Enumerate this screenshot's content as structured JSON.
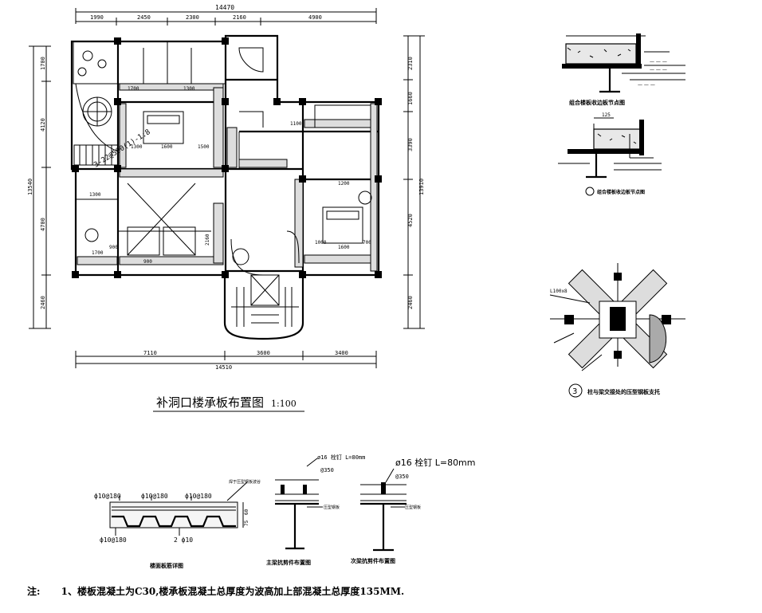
{
  "plan": {
    "title": "补洞口楼承板布置图",
    "scale": "1:100",
    "top_total": "14470",
    "top_dims": [
      "1990",
      "2450",
      "2300",
      "2160",
      "4900"
    ],
    "bottom_total": "14510",
    "bottom_dims": [
      "7110",
      "3600",
      "3400"
    ],
    "left_total": "13540",
    "left_dims": [
      "1700",
      "4120",
      "4700",
      "2460"
    ],
    "right_total": "13910",
    "right_dims": [
      "2310",
      "1660",
      "3390",
      "4520",
      "2460"
    ],
    "beam_label": "3-22@590(1)-1:8",
    "room_dims": [
      "1300",
      "1600",
      "1500",
      "1300",
      "900",
      "1700",
      "1000",
      "700",
      "2160",
      "1100",
      "1600",
      "1200",
      "900",
      "1700",
      "1300"
    ]
  },
  "details": {
    "detail_top_caption": "组合楼板收边板节点图",
    "detail_mid_caption": "组合楼板收边板节点图",
    "detail_mid_dim": "125",
    "detail3_number": "3",
    "detail3_caption": "柱与梁交接处的压型钢板支托",
    "detail3_label": "L100x8",
    "slab_caption": "楼面板筋详图",
    "slab_rebar": [
      "ф10@180",
      "ф10@180",
      "ф10@180"
    ],
    "slab_rebar_bottom": "ф10@180",
    "slab_rebar_mid": "2 ф10",
    "slab_dims": [
      "75",
      "60"
    ],
    "slab_note": "焊于压型钢板波谷",
    "main_beam_caption": "主梁抗剪件布置图",
    "main_beam_stud": "ø16 栓钉 L=80mm",
    "main_beam_spacing": "@350",
    "main_beam_label": "压型钢板",
    "sec_beam_caption": "次梁抗剪件布置图",
    "sec_beam_stud": "ø16 栓钉  L=80mm",
    "sec_beam_spacing": "@350",
    "sec_beam_label": "压型钢板"
  },
  "note": {
    "label": "注:",
    "text": "1、楼板混凝土为C30,楼承板混凝土总厚度为波高加上部混凝土总厚度135MM."
  }
}
